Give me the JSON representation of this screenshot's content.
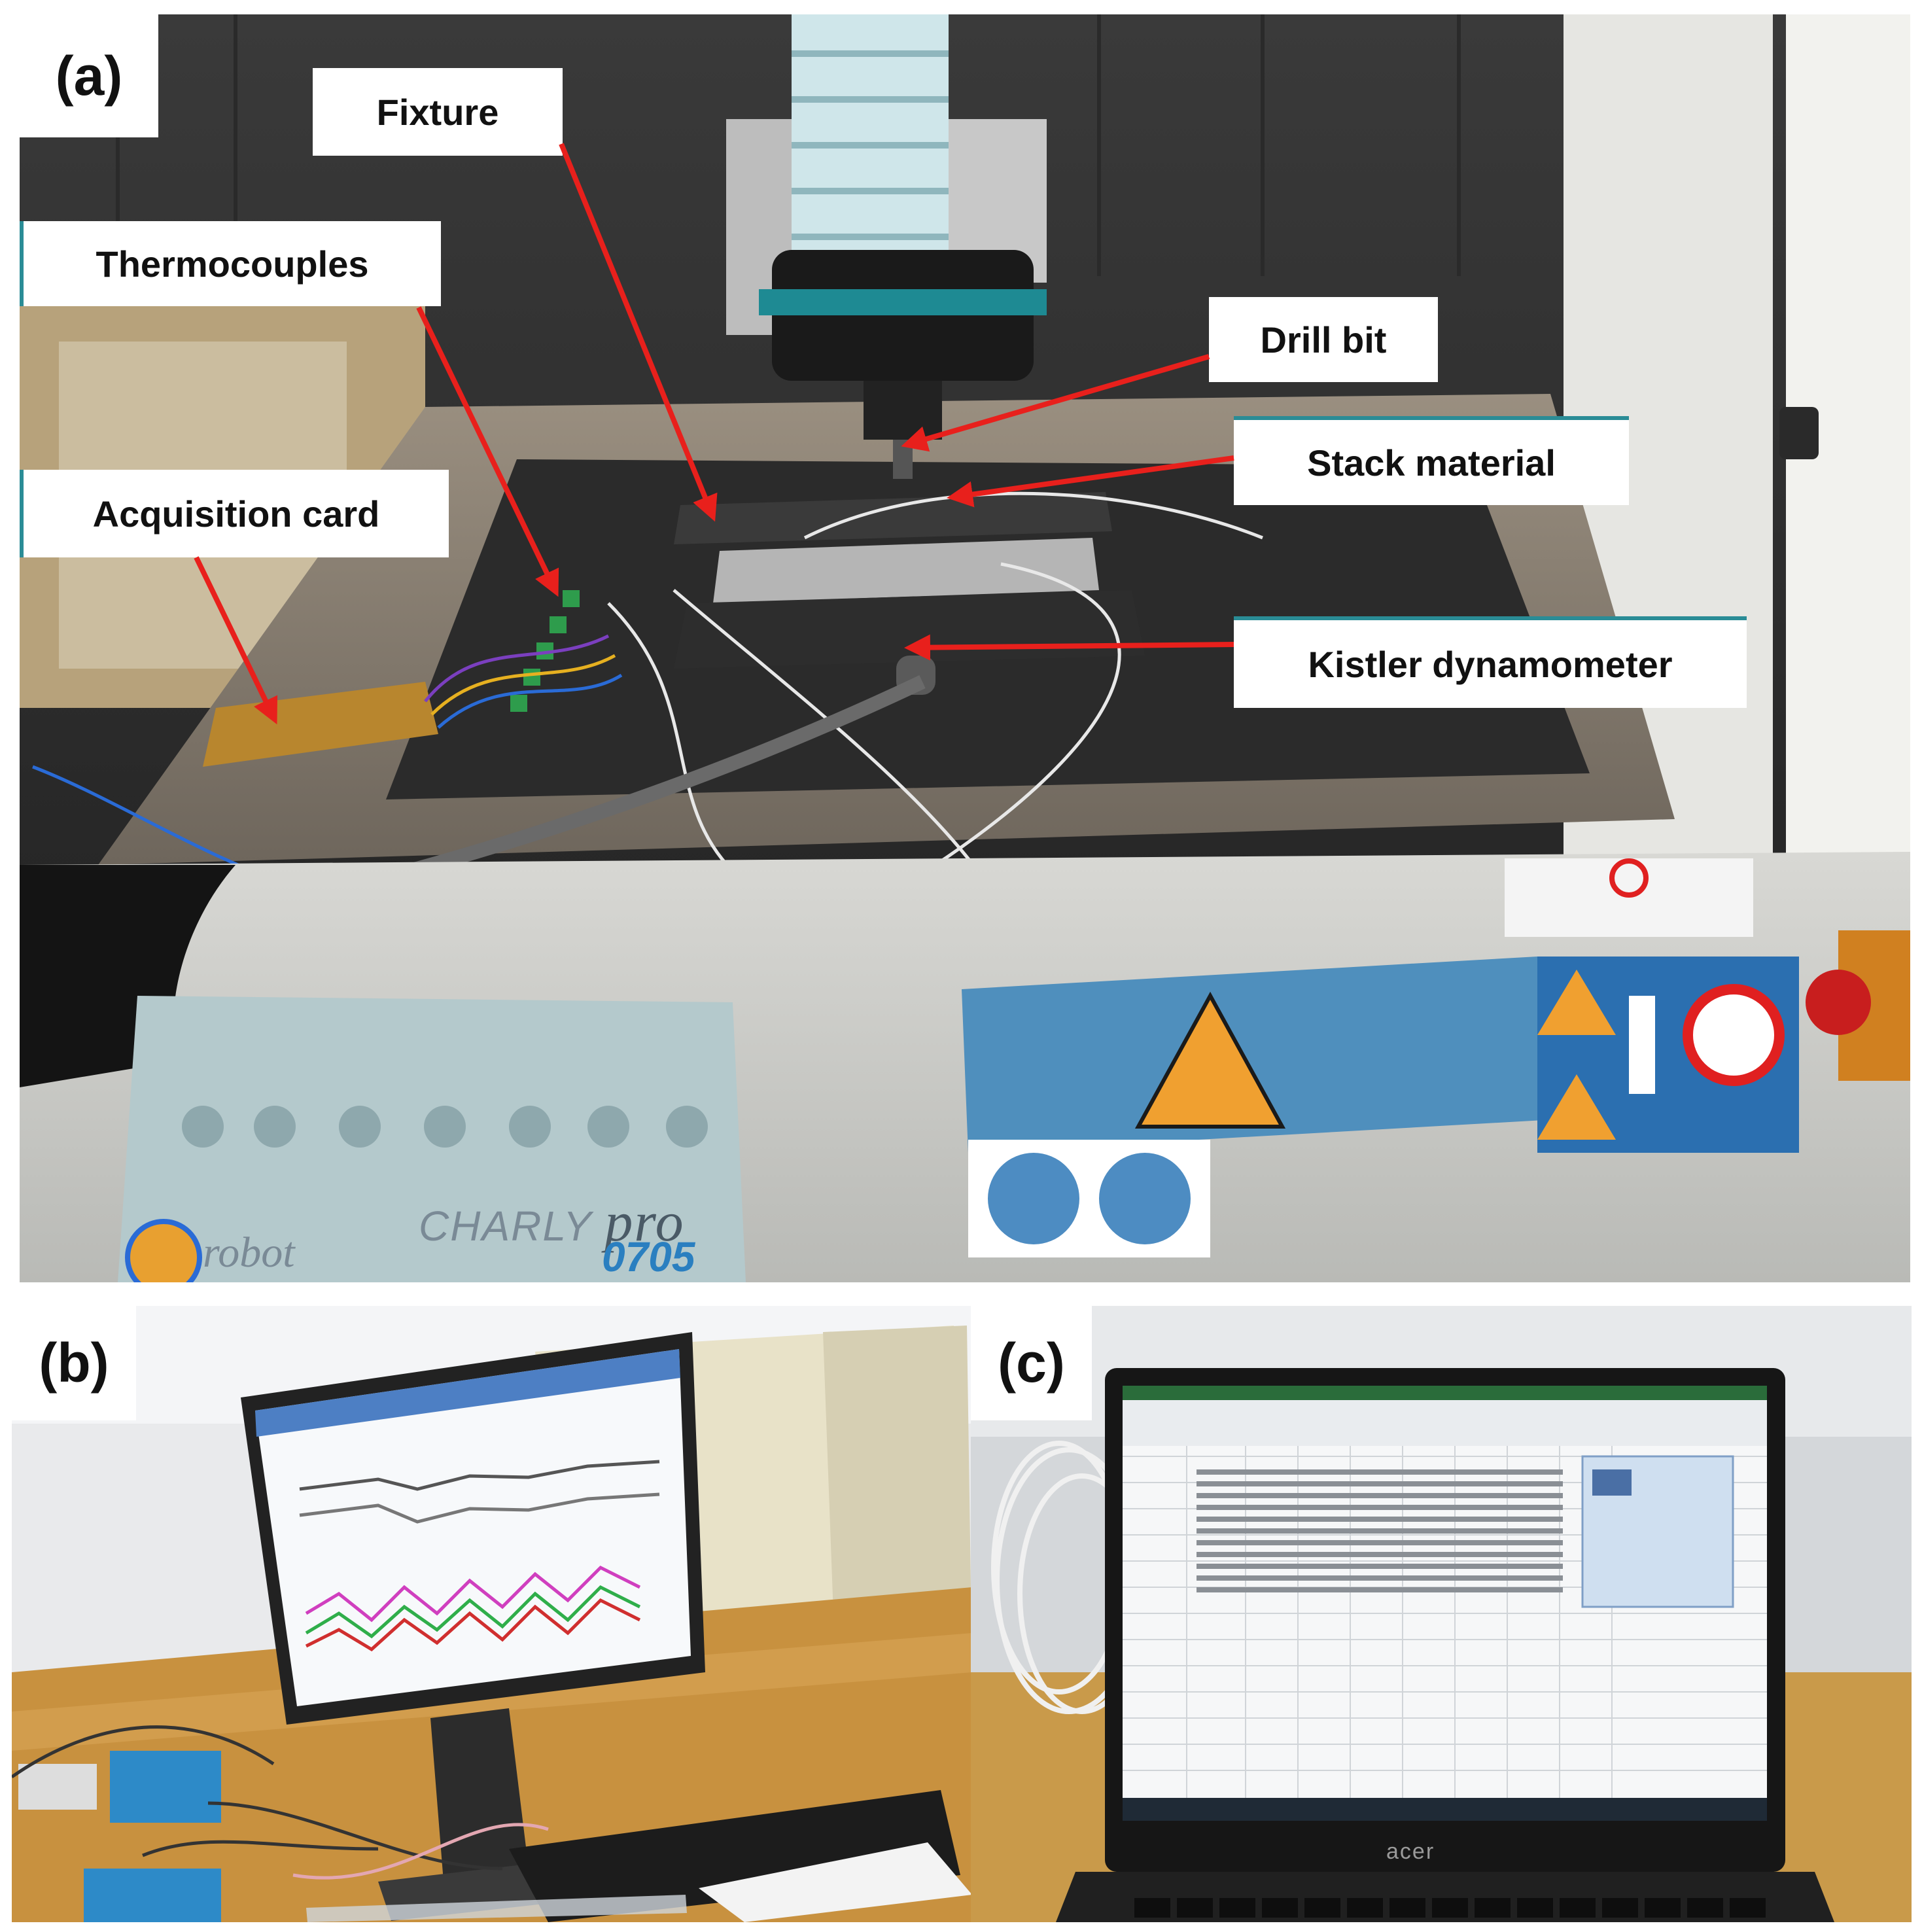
{
  "panels": {
    "a": {
      "letter": "(a)",
      "labels": {
        "fixture": "Fixture",
        "thermocouples": "Thermocouples",
        "drill_bit": "Drill bit",
        "stack_material": "Stack material",
        "acquisition_card": "Acquisition  card",
        "kistler": "Kistler dynamometer"
      },
      "machine_brand": "CHARLY",
      "machine_model": "pro",
      "machine_number": "0705",
      "machine_logo": "robot",
      "arrow_color": "#e8201c"
    },
    "b": {
      "letter": "(b)"
    },
    "c": {
      "letter": "(c)",
      "laptop_brand": "acer"
    }
  }
}
